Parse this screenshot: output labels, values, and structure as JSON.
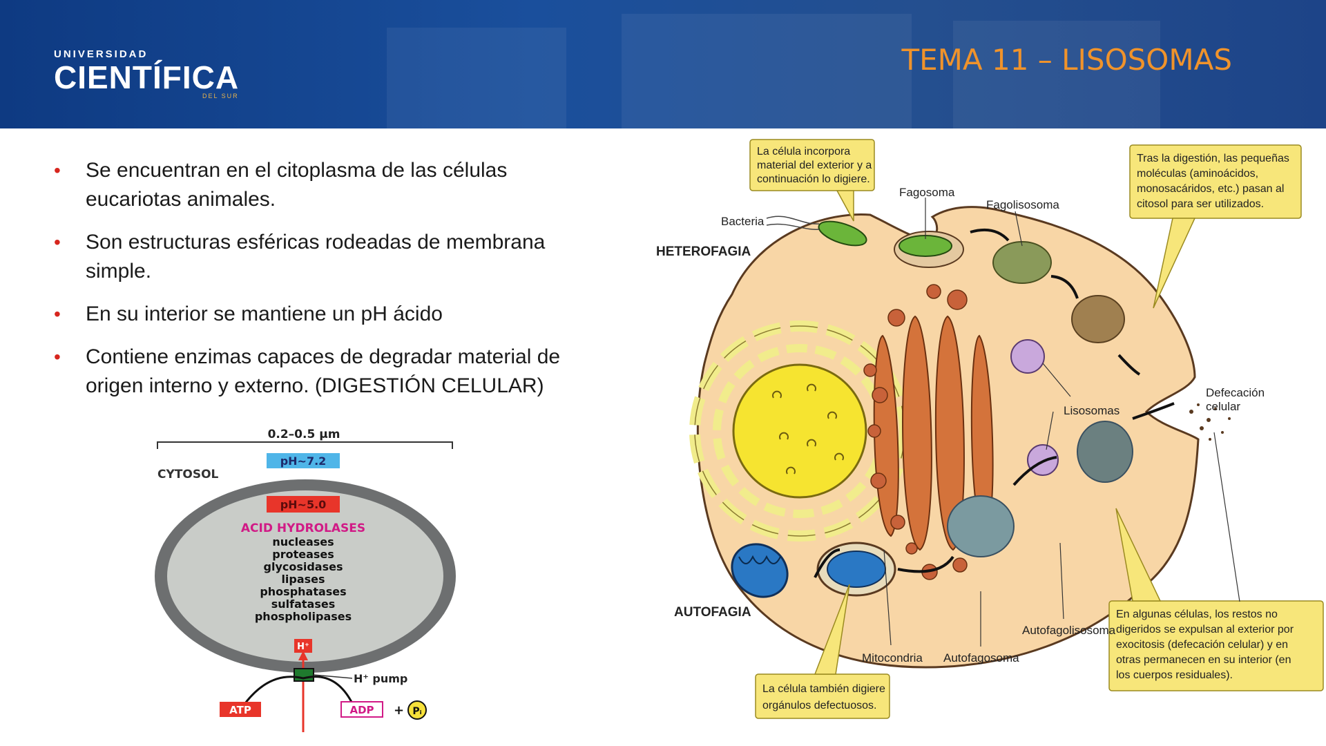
{
  "header": {
    "logo_top": "UNIVERSIDAD",
    "logo_main": "CIENTÍFICA",
    "logo_sub": "DEL SUR",
    "title": "TEMA 11 – LISOSOMAS"
  },
  "bullets": [
    "Se encuentran en el citoplasma de las células eucariotas animales.",
    "Son estructuras esféricas rodeadas de membrana simple.",
    "En su interior se mantiene un pH ácido",
    "Contiene enzimas capaces de degradar material de origen interno y externo. (DIGESTIÓN CELULAR)"
  ],
  "lysosome_figure": {
    "size": "0.2–0.5 μm",
    "cytosol": "CYTOSOL",
    "ph_outside": "pH~7.2",
    "ph_inside": "pH~5.0",
    "hydrolases_title": "ACID HYDROLASES",
    "enzymes": [
      "nucleases",
      "proteases",
      "glycosidases",
      "lipases",
      "phosphatases",
      "sulfatases",
      "phospholipases"
    ],
    "h_plus": "H⁺",
    "pump": "H⁺ pump",
    "atp": "ATP",
    "adp": "ADP",
    "plus": "+",
    "pi": "Pᵢ"
  },
  "cell_diagram": {
    "callout_top": [
      "La célula incorpora",
      "material del exterior y a",
      "continuación lo digiere."
    ],
    "callout_right": [
      "Tras la digestión, las pequeñas",
      "moléculas (aminoácidos,",
      "monosacáridos, etc.) pasan al",
      "citosol para ser utilizados."
    ],
    "callout_bottom_left": [
      "La célula también digiere",
      "orgánulos defectuosos."
    ],
    "callout_bottom_right": [
      "En algunas células, los restos no",
      "digeridos se expulsan al exterior por",
      "exocitosis (defecación celular) y en",
      "otras permanecen en su interior (en",
      "los cuerpos residuales)."
    ],
    "labels": {
      "bacteria": "Bacteria",
      "fagosoma": "Fagosoma",
      "fagolisosoma": "Fagolisosoma",
      "heterofagia": "HETEROFAGIA",
      "autofagia": "AUTOFAGIA",
      "lisosomas": "Lisosomas",
      "defecacion": [
        "Defecación",
        "celular"
      ],
      "autofagolisosoma": "Autofagolisosoma",
      "mitocondria": "Mitocondria",
      "autofagosoma": "Autofagosoma"
    }
  }
}
